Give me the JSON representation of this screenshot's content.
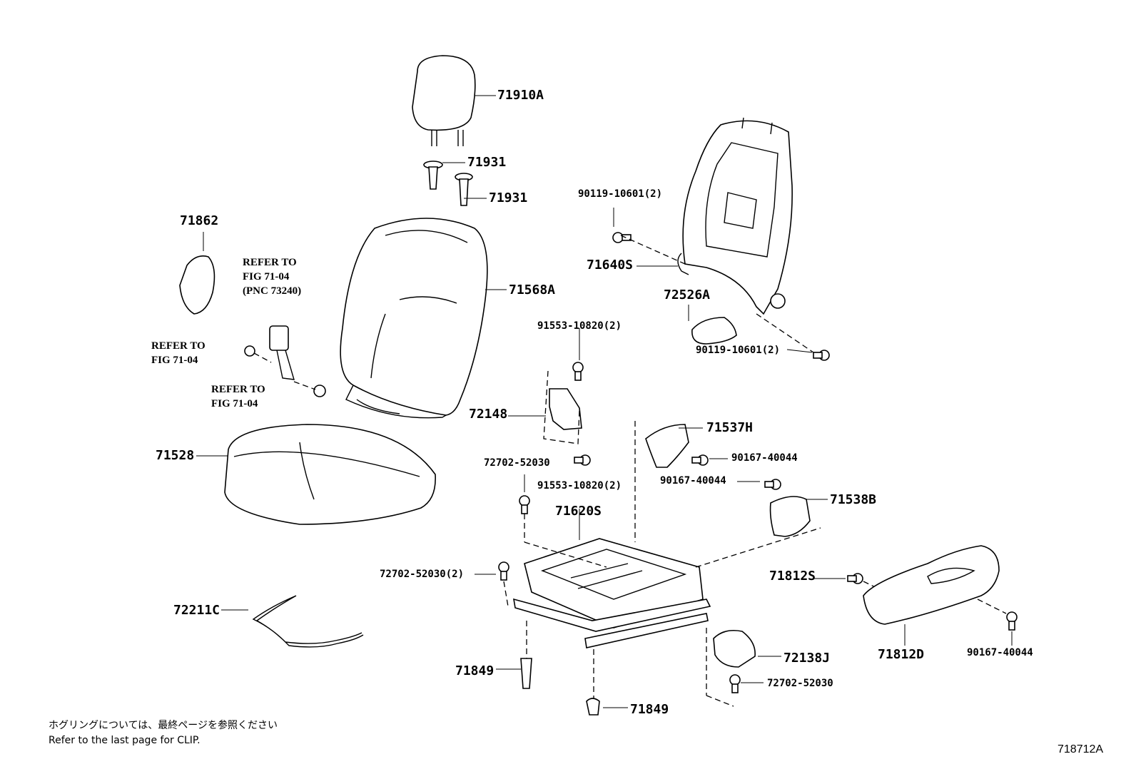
{
  "labels": {
    "l0": "71910A",
    "l1": "71931",
    "l2": "71931",
    "l3": "71862",
    "l4": "71568A",
    "l5": "71528",
    "l6": "72211C",
    "l7": "90119-10601(2)",
    "l8": "71640S",
    "l9": "72526A",
    "l10": "90119-10601(2)",
    "l11": "91553-10820(2)",
    "l12": "72148",
    "l13": "71537H",
    "l14": "90167-40044",
    "l15": "72702-52030",
    "l16": "91553-10820(2)",
    "l17": "90167-40044",
    "l18": "71538B",
    "l19": "71620S",
    "l20": "72702-52030(2)",
    "l21": "71812S",
    "l22": "71812D",
    "l23": "90167-40044",
    "l24": "72138J",
    "l25": "72702-52030",
    "l26": "71849",
    "l27": "71849"
  },
  "refer": {
    "n1": [
      "REFER TO",
      "FIG 71-04",
      "(PNC 73240)"
    ],
    "n2": [
      "REFER TO",
      "FIG 71-04"
    ],
    "n3": [
      "REFER TO",
      "FIG 71-04"
    ]
  },
  "footer": {
    "note_ja": "ホグリングについては、最終ページを参照ください",
    "note_en": "Refer to the last page for CLIP.",
    "code": "718712A"
  }
}
